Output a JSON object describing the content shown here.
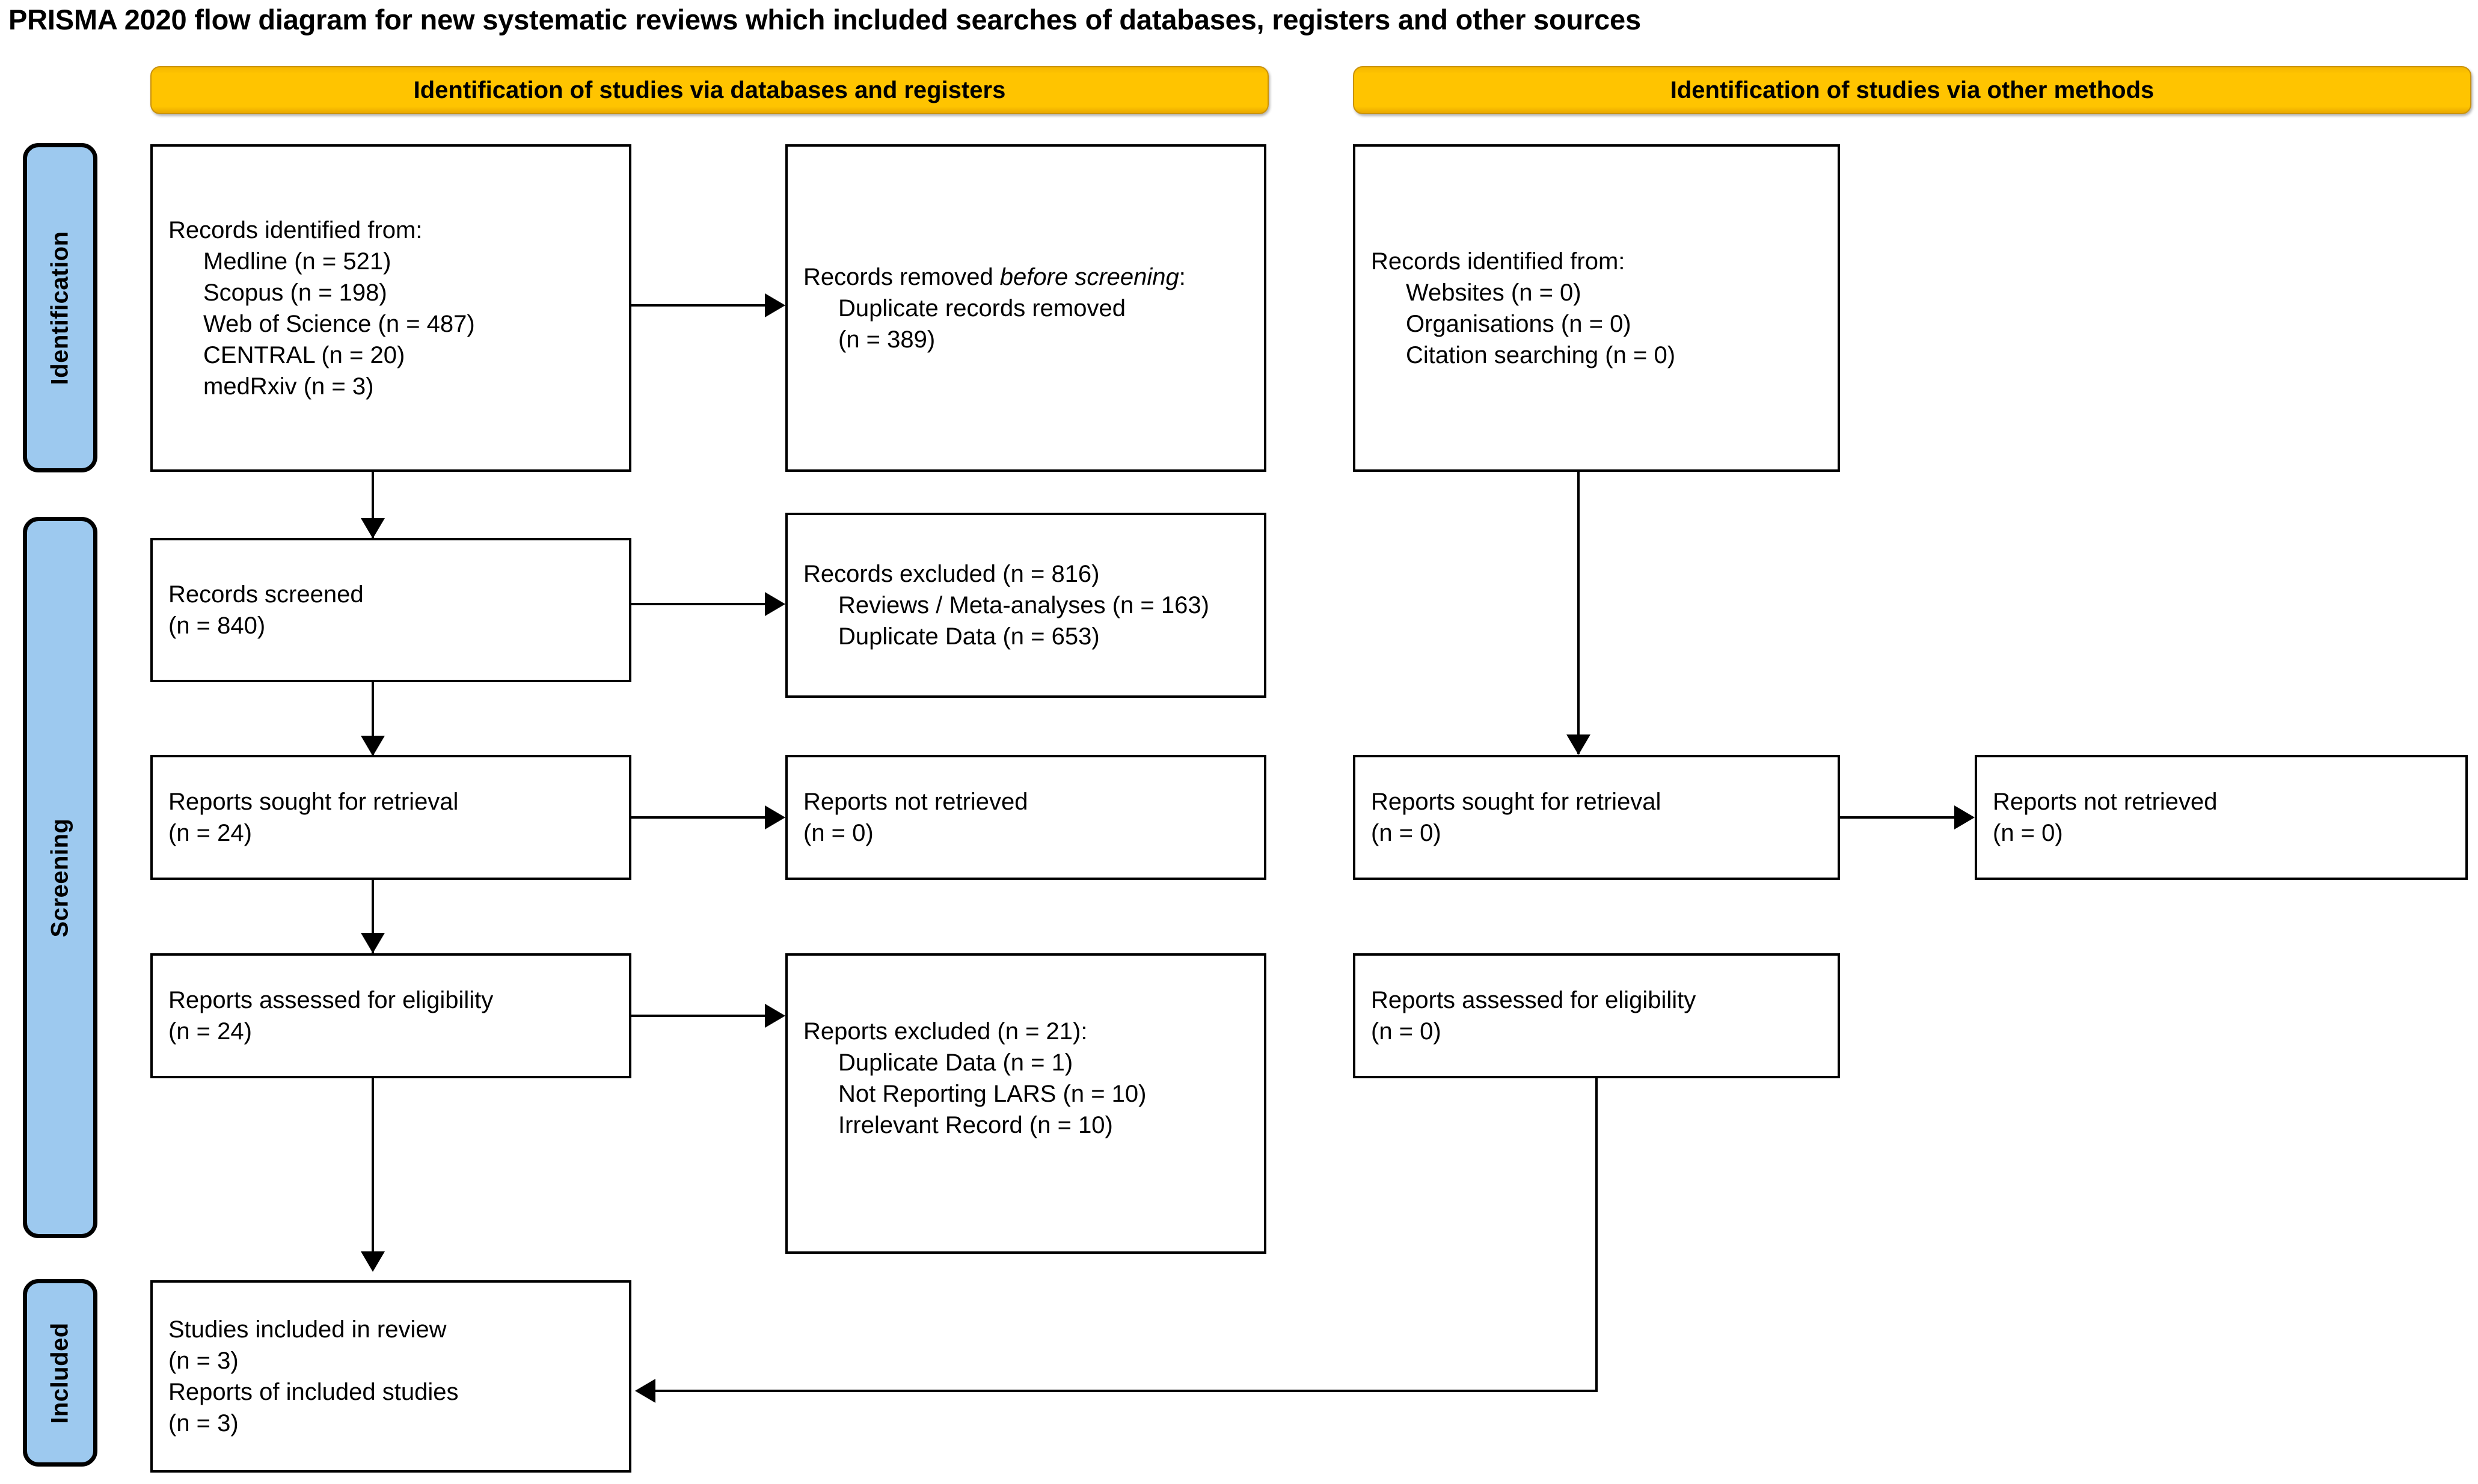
{
  "title": "PRISMA 2020 flow diagram for new systematic reviews which included searches of databases, registers and other sources",
  "colors": {
    "header_fill": "#ffc400",
    "header_border": "#c9920c",
    "side_label_fill": "#9dc9ef",
    "box_border": "#000000",
    "text": "#000000",
    "background": "#ffffff"
  },
  "stage_headers": [
    {
      "id": "databases-registers",
      "label": "Identification of studies via databases and registers"
    },
    {
      "id": "other-methods",
      "label": "Identification of studies via other methods"
    }
  ],
  "side_labels": [
    {
      "id": "identification",
      "label": "Identification"
    },
    {
      "id": "screening",
      "label": "Screening"
    },
    {
      "id": "included",
      "label": "Included"
    }
  ],
  "boxes": {
    "records_identified_db": {
      "heading": "Records identified from:",
      "items": [
        "Medline (n = 521)",
        "Scopus (n = 198)",
        "Web of Science (n = 487)",
        "CENTRAL (n = 20)",
        "medRxiv (n = 3)"
      ]
    },
    "records_removed": {
      "heading_plain": "Records removed ",
      "heading_italic": "before screening",
      "heading_suffix": ":",
      "items": [
        "Duplicate records removed",
        "(n = 389)"
      ]
    },
    "records_identified_other": {
      "heading": "Records identified from:",
      "items": [
        "Websites (n = 0)",
        "Organisations (n = 0)",
        "Citation searching (n = 0)"
      ]
    },
    "records_screened": {
      "line1": "Records screened",
      "line2": "(n = 840)"
    },
    "records_excluded": {
      "heading": "Records excluded (n = 816)",
      "items": [
        "Reviews / Meta-analyses (n = 163)",
        "Duplicate Data (n = 653)"
      ]
    },
    "reports_sought_db": {
      "line1": "Reports sought for retrieval",
      "line2": "(n = 24)"
    },
    "reports_not_retrieved_db": {
      "line1": "Reports not retrieved",
      "line2": "(n = 0)"
    },
    "reports_sought_other": {
      "line1": "Reports sought for retrieval",
      "line2": "(n = 0)"
    },
    "reports_not_retrieved_other": {
      "line1": "Reports not retrieved",
      "line2": "(n = 0)"
    },
    "reports_assessed_db": {
      "line1": "Reports assessed for eligibility",
      "line2": "(n = 24)"
    },
    "reports_excluded": {
      "heading": "Reports excluded (n = 21):",
      "items": [
        "Duplicate Data (n = 1)",
        "Not Reporting LARS (n = 10)",
        "Irrelevant Record (n = 10)"
      ]
    },
    "reports_assessed_other": {
      "line1": "Reports assessed for eligibility",
      "line2": "(n = 0)"
    },
    "studies_included": {
      "line1": "Studies included in review",
      "line2": "(n = 3)",
      "line3": "Reports of included studies",
      "line4": "(n = 3)"
    }
  }
}
